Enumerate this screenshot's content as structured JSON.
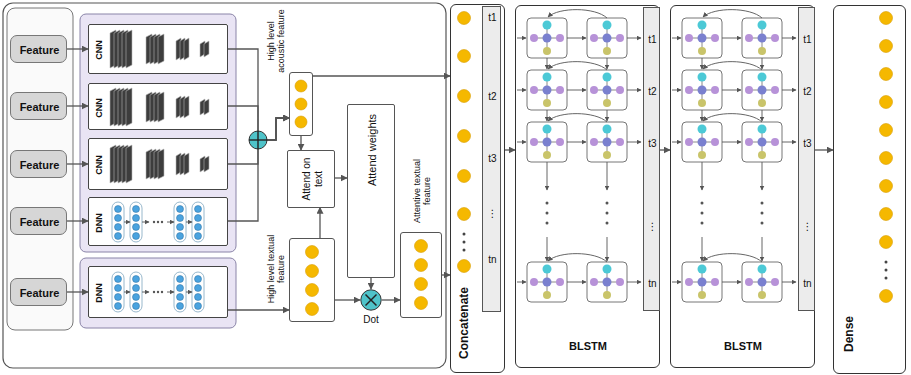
{
  "diagram": {
    "nodes": [
      {
        "text": [
          "Feature"
        ]
      },
      {
        "text": [
          "Feature"
        ]
      },
      {
        "text": [
          "Feature"
        ]
      },
      {
        "text": [
          "Feature"
        ]
      },
      {
        "text": [
          "Feature"
        ]
      },
      {
        "text": [
          "CNN"
        ]
      },
      {
        "text": [
          "CNN"
        ]
      },
      {
        "text": [
          "CNN"
        ]
      },
      {
        "text": [
          "DNN"
        ]
      },
      {
        "text": [
          "DNN"
        ]
      },
      {
        "text": [
          "High level acoustic feature"
        ]
      },
      {
        "text": [
          "Attend on text"
        ]
      },
      {
        "text": [
          "Attend weights"
        ]
      },
      {
        "text": [
          "High level textual feature"
        ]
      },
      {
        "text": [
          "Dot"
        ]
      },
      {
        "text": [
          "Attentive textual feature"
        ]
      },
      {
        "text": [
          "Concatenate"
        ]
      },
      {
        "text": [
          "t1",
          "t2",
          "t3",
          "⋮",
          "tn"
        ],
        "in": 16
      },
      {
        "text": [
          "BLSTM"
        ]
      },
      {
        "text": [
          "t1",
          "t2",
          "t3",
          "⋮",
          "tn"
        ],
        "in": 18
      },
      {
        "text": [
          "BLSTM"
        ]
      },
      {
        "text": [
          "t1",
          "t2",
          "t3",
          "⋮",
          "tn"
        ],
        "in": 20
      },
      {
        "text": [
          "Dense"
        ]
      }
    ],
    "edges": [
      {
        "from": 0,
        "to": 5,
        "arrow": "to"
      },
      {
        "from": 1,
        "to": 6,
        "arrow": "to"
      },
      {
        "from": 2,
        "to": 7,
        "arrow": "to"
      },
      {
        "from": 3,
        "to": 8,
        "arrow": "to"
      },
      {
        "from": 4,
        "to": 9,
        "arrow": "to"
      },
      {
        "from": 5,
        "to": 10,
        "arrow": "to"
      },
      {
        "from": 6,
        "to": 10,
        "arrow": "to"
      },
      {
        "from": 7,
        "to": 10,
        "arrow": "to"
      },
      {
        "from": 8,
        "to": 10,
        "arrow": "to"
      },
      {
        "from": 9,
        "to": 13,
        "arrow": "to"
      },
      {
        "from": 10,
        "to": 11,
        "arrow": "to"
      },
      {
        "from": 13,
        "to": 11,
        "arrow": "to"
      },
      {
        "from": 11,
        "to": 12,
        "arrow": "to"
      },
      {
        "from": 12,
        "to": 14,
        "arrow": "to"
      },
      {
        "from": 13,
        "to": 14,
        "arrow": "to"
      },
      {
        "from": 14,
        "to": 15,
        "arrow": "to"
      },
      {
        "from": 10,
        "to": 16,
        "arrow": "to"
      },
      {
        "from": 15,
        "to": 16,
        "arrow": "to"
      },
      {
        "from": 16,
        "to": 18,
        "arrow": "to"
      },
      {
        "from": 18,
        "to": 20,
        "arrow": "to"
      },
      {
        "from": 20,
        "to": 22,
        "arrow": "to"
      }
    ]
  }
}
